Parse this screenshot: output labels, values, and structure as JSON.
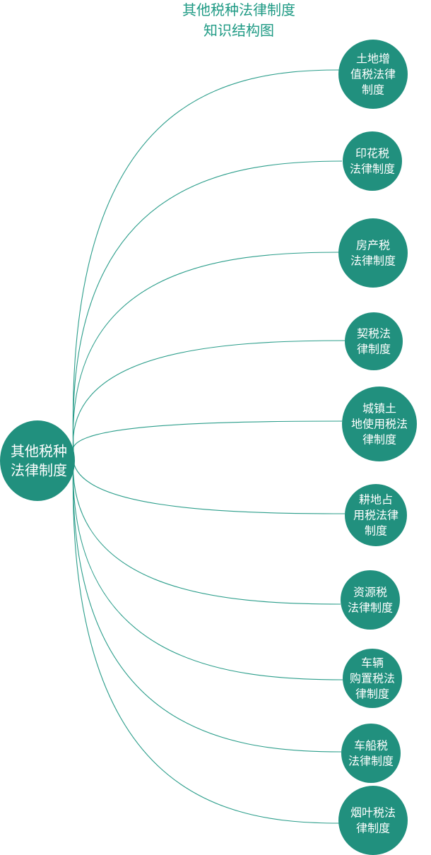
{
  "title": {
    "line1": "其他税种法律制度",
    "line2": "知识结构图"
  },
  "colors": {
    "node_fill": "#21907e",
    "line": "#2a9d8a",
    "title": "#1e9a84"
  },
  "root": {
    "lines": [
      "其他税种",
      "法律制度"
    ]
  },
  "branches": [
    {
      "lines": [
        "土地增",
        "值税法律",
        "制度"
      ]
    },
    {
      "lines": [
        "印花税",
        "法律制度"
      ]
    },
    {
      "lines": [
        "房产税",
        "法律制度"
      ]
    },
    {
      "lines": [
        "契税法",
        "律制度"
      ]
    },
    {
      "lines": [
        "城镇土",
        "地使用税法",
        "律制度"
      ]
    },
    {
      "lines": [
        "耕地占",
        "用税法律",
        "制度"
      ]
    },
    {
      "lines": [
        "资源税",
        "法律制度"
      ]
    },
    {
      "lines": [
        "车辆",
        "购置税法",
        "律制度"
      ]
    },
    {
      "lines": [
        "车船税",
        "法律制度"
      ]
    },
    {
      "lines": [
        "烟叶税法",
        "律制度"
      ]
    }
  ]
}
